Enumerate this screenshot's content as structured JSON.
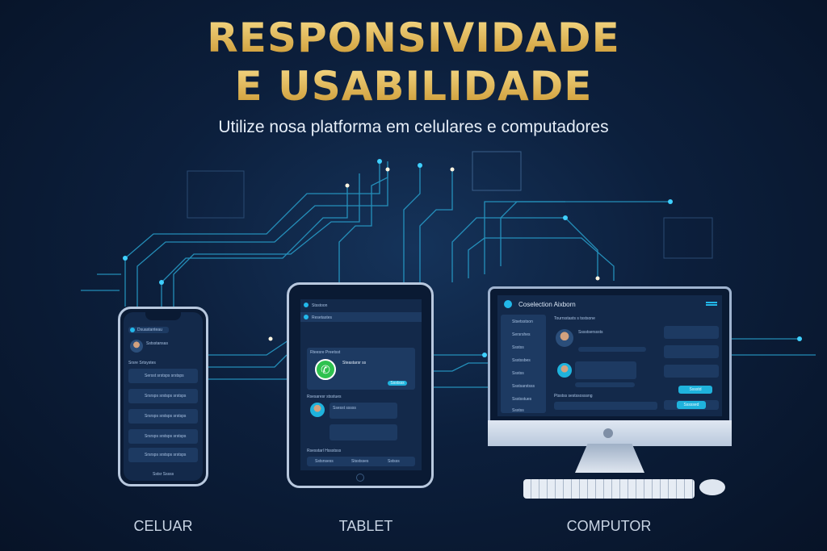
{
  "title": {
    "line1": "RESPONSIVIDADE",
    "line2": "E USABILIDADE",
    "subtitle": "Utilize nosa platforma em celulares e computadores"
  },
  "devices": {
    "phone_label": "CELUAR",
    "tablet_label": "TABLET",
    "computer_label": "COMPUTOR"
  },
  "phone": {
    "header": "Dsuastanteau",
    "profile_name": "Sstsstansas",
    "section": "Srsre Srtsystes",
    "items": [
      "Sersst srstsps srstsps",
      "Srsrsps srstsps srstsps",
      "Srsrsps srstsps srstsps",
      "Srsrsps srstsps srstsps",
      "Srsrsps srstsps srstsps"
    ],
    "footer": "Sstsr Sssss"
  },
  "tablet": {
    "top": "Stsstoon",
    "header": "Resetastes",
    "card_title": "Rteesre Preetsst",
    "card_name": "Steastarsr ss",
    "card_button": "Ssstsss",
    "section1": "Rsesaresr stsstues",
    "msg_name": "Ssesst sssss",
    "section2": "Rsesstarl Hssstsss",
    "tabs": [
      "Sstsnsess",
      "Stsstsses",
      "Sstsss"
    ]
  },
  "computer": {
    "app_title": "Coselection Aixborn",
    "heading": "Tourrsstasts s tsstsone",
    "menu": [
      "Stsetsstson",
      "Sersrshes",
      "Ssstss",
      "Ssstssbes",
      "Ssstss",
      "Ssstsarstsss",
      "Ssstsstues",
      "Ssstss"
    ],
    "profile_name": "Sssstsersssts",
    "footer_section": "Ptsstss sestssosssng",
    "action_button": "Sssstd",
    "tab_active": "Sssssed"
  },
  "colors": {
    "accent": "#22b8ea",
    "gold": "#e2b553",
    "background": "#0c1f3c"
  }
}
